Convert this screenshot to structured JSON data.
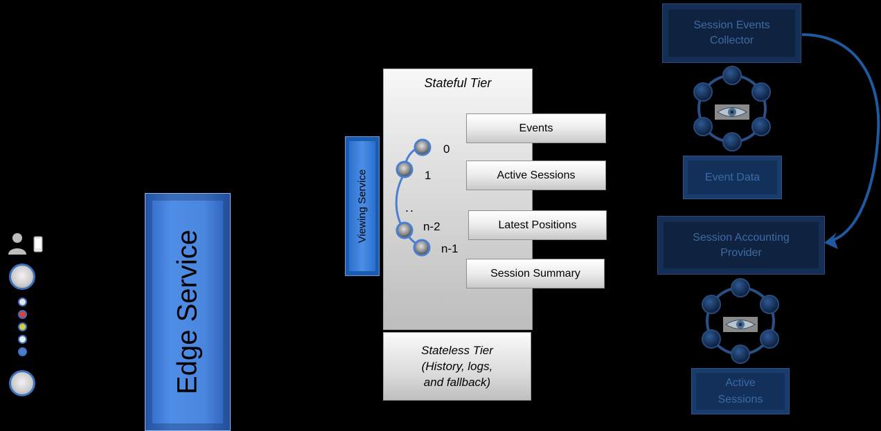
{
  "edge_service": {
    "label": "Edge Service"
  },
  "viewing_service": {
    "label": "Viewing Service"
  },
  "stateful_tier": {
    "title": "Stateful Tier",
    "ring_labels": [
      "0",
      "1",
      "..",
      "n-2",
      "n-1"
    ],
    "data_boxes": [
      "Events",
      "Active Sessions",
      "Latest Positions",
      "Session Summary"
    ]
  },
  "stateless_tier": {
    "lines": [
      "Stateless Tier",
      "(History, logs,",
      "and fallback)"
    ]
  },
  "right_column": {
    "collector": [
      "Session Events",
      "Collector"
    ],
    "event_data": "Event Data",
    "accounting": [
      "Session Accounting",
      "Provider"
    ],
    "active_sessions": [
      "Active",
      "Sessions"
    ]
  },
  "colors": {
    "edge_blue": "#4a86df",
    "dark_navy": "#0f2341",
    "arrow_blue": "#1f5aa0",
    "ring_blue": "#3f71bf"
  }
}
